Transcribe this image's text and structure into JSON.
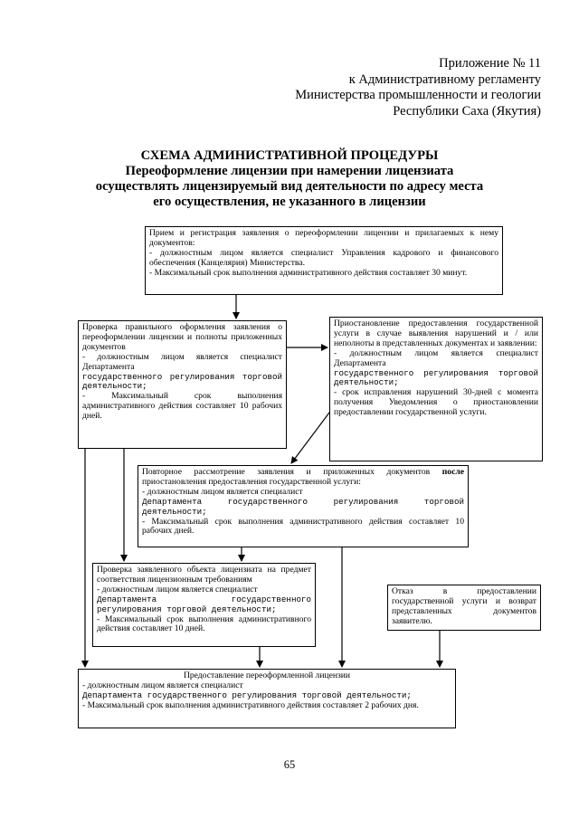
{
  "header": {
    "lines": [
      "Приложение № 11",
      "к Административному регламенту",
      "Министерства промышленности и геологии",
      "Республики Саха (Якутия)"
    ]
  },
  "title": {
    "lines": [
      "СХЕМА АДМИНИСТРАТИВНОЙ ПРОЦЕДУРЫ",
      "Переоформление лицензии при намерении лицензиата",
      "осуществлять лицензируемый вид деятельности по адресу места",
      "его осуществления, не указанного в лицензии"
    ]
  },
  "boxes": {
    "reception": {
      "l1": "Прием и регистрация заявления о переоформлении лицензии и прилагаемых к нему документов:",
      "l2": "- должностным лицом является специалист Управления кадрового и финансового обеспечения (Канцелярия) Министерства.",
      "l3": "- Максимальный срок выполнения административного действия составляет 30 минут."
    },
    "check": {
      "l1": "Проверка правильного оформления заявления о переоформлении лицензии и полноты приложенных документов",
      "l2": "- должностным лицом является специалист Департамента",
      "l3": "государственного регулирования торговой деятельности;",
      "l4": "- Максимальный срок выполнения административного действия составляет 10 рабочих дней."
    },
    "suspension": {
      "l1": "Приостановление предоставления государственной услуги в случае выявления нарушений и / или неполноты в представленных документах и заявлении:",
      "l2": "- должностным лицом является специалист Департамента",
      "l3": "государственного регулирования торговой деятельности;",
      "l4": "- срок исправления нарушений 30-дней с момента получения Уведомления о приостановлении предоставлении государственной услуги."
    },
    "review": {
      "l1a": "Повторное рассмотрение заявления и приложенных документов ",
      "l1b": "после",
      "l1c": " приостановления предоставления государственной услуги:",
      "l2": "- должностным лицом является специалист",
      "l3": "Департамента государственного регулирования торговой деятельности;",
      "l4": "- Максимальный срок выполнения административного действия составляет 10 рабочих дней."
    },
    "object_check": {
      "l1": "Проверка заявленного объекта лицензиата на предмет соответствия лицензионным требованиям",
      "l2": "- должностным лицом является специалист",
      "l3": "Департамента государственного регулирования торговой деятельности;",
      "l4": "- Максимальный срок выполнения административного действия составляет 10 дней."
    },
    "refusal": {
      "l1": "Отказ в предоставлении государственной услуги и возврат представленных документов заявителю."
    },
    "result": {
      "l1": "Предоставление переоформленной лицензии",
      "l2": "- должностным лицом является специалист",
      "l3": "Департамента государственного регулирования торговой деятельности;",
      "l4": "- Максимальный срок выполнения административного действия составляет 2 рабочих дня."
    }
  },
  "page_number": "65"
}
